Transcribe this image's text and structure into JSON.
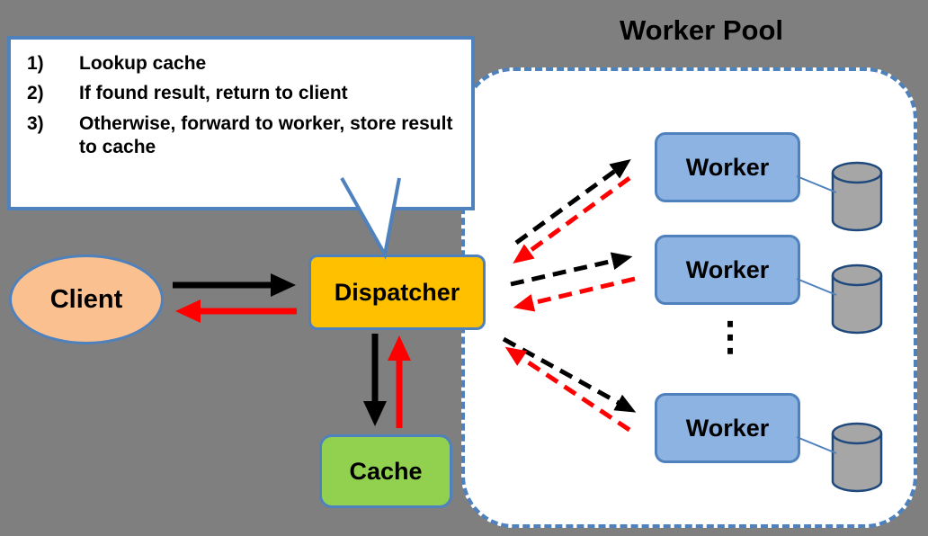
{
  "callout": {
    "items": [
      {
        "num": "1)",
        "text": "Lookup cache"
      },
      {
        "num": "2)",
        "text": "If found result, return to client"
      },
      {
        "num": "3)",
        "text": "Otherwise, forward to worker, store result to cache"
      }
    ]
  },
  "nodes": {
    "client": {
      "label": "Client",
      "fill": "#fac090"
    },
    "dispatcher": {
      "label": "Dispatcher",
      "fill": "#ffc000"
    },
    "cache": {
      "label": "Cache",
      "fill": "#92d050"
    }
  },
  "worker_pool": {
    "title": "Worker Pool",
    "workers": [
      {
        "label": "Worker"
      },
      {
        "label": "Worker"
      },
      {
        "label": "Worker"
      }
    ],
    "ellipsis": "⋮",
    "worker_fill": "#8db3e2",
    "border_color": "#4f81bd"
  },
  "colors": {
    "background": "#7f7f7f",
    "outline_blue": "#4f81bd",
    "forward_arrow": "#000000",
    "return_arrow": "#ff0000",
    "cylinder_fill": "#a6a6a6",
    "cylinder_outline": "#1f497d"
  }
}
